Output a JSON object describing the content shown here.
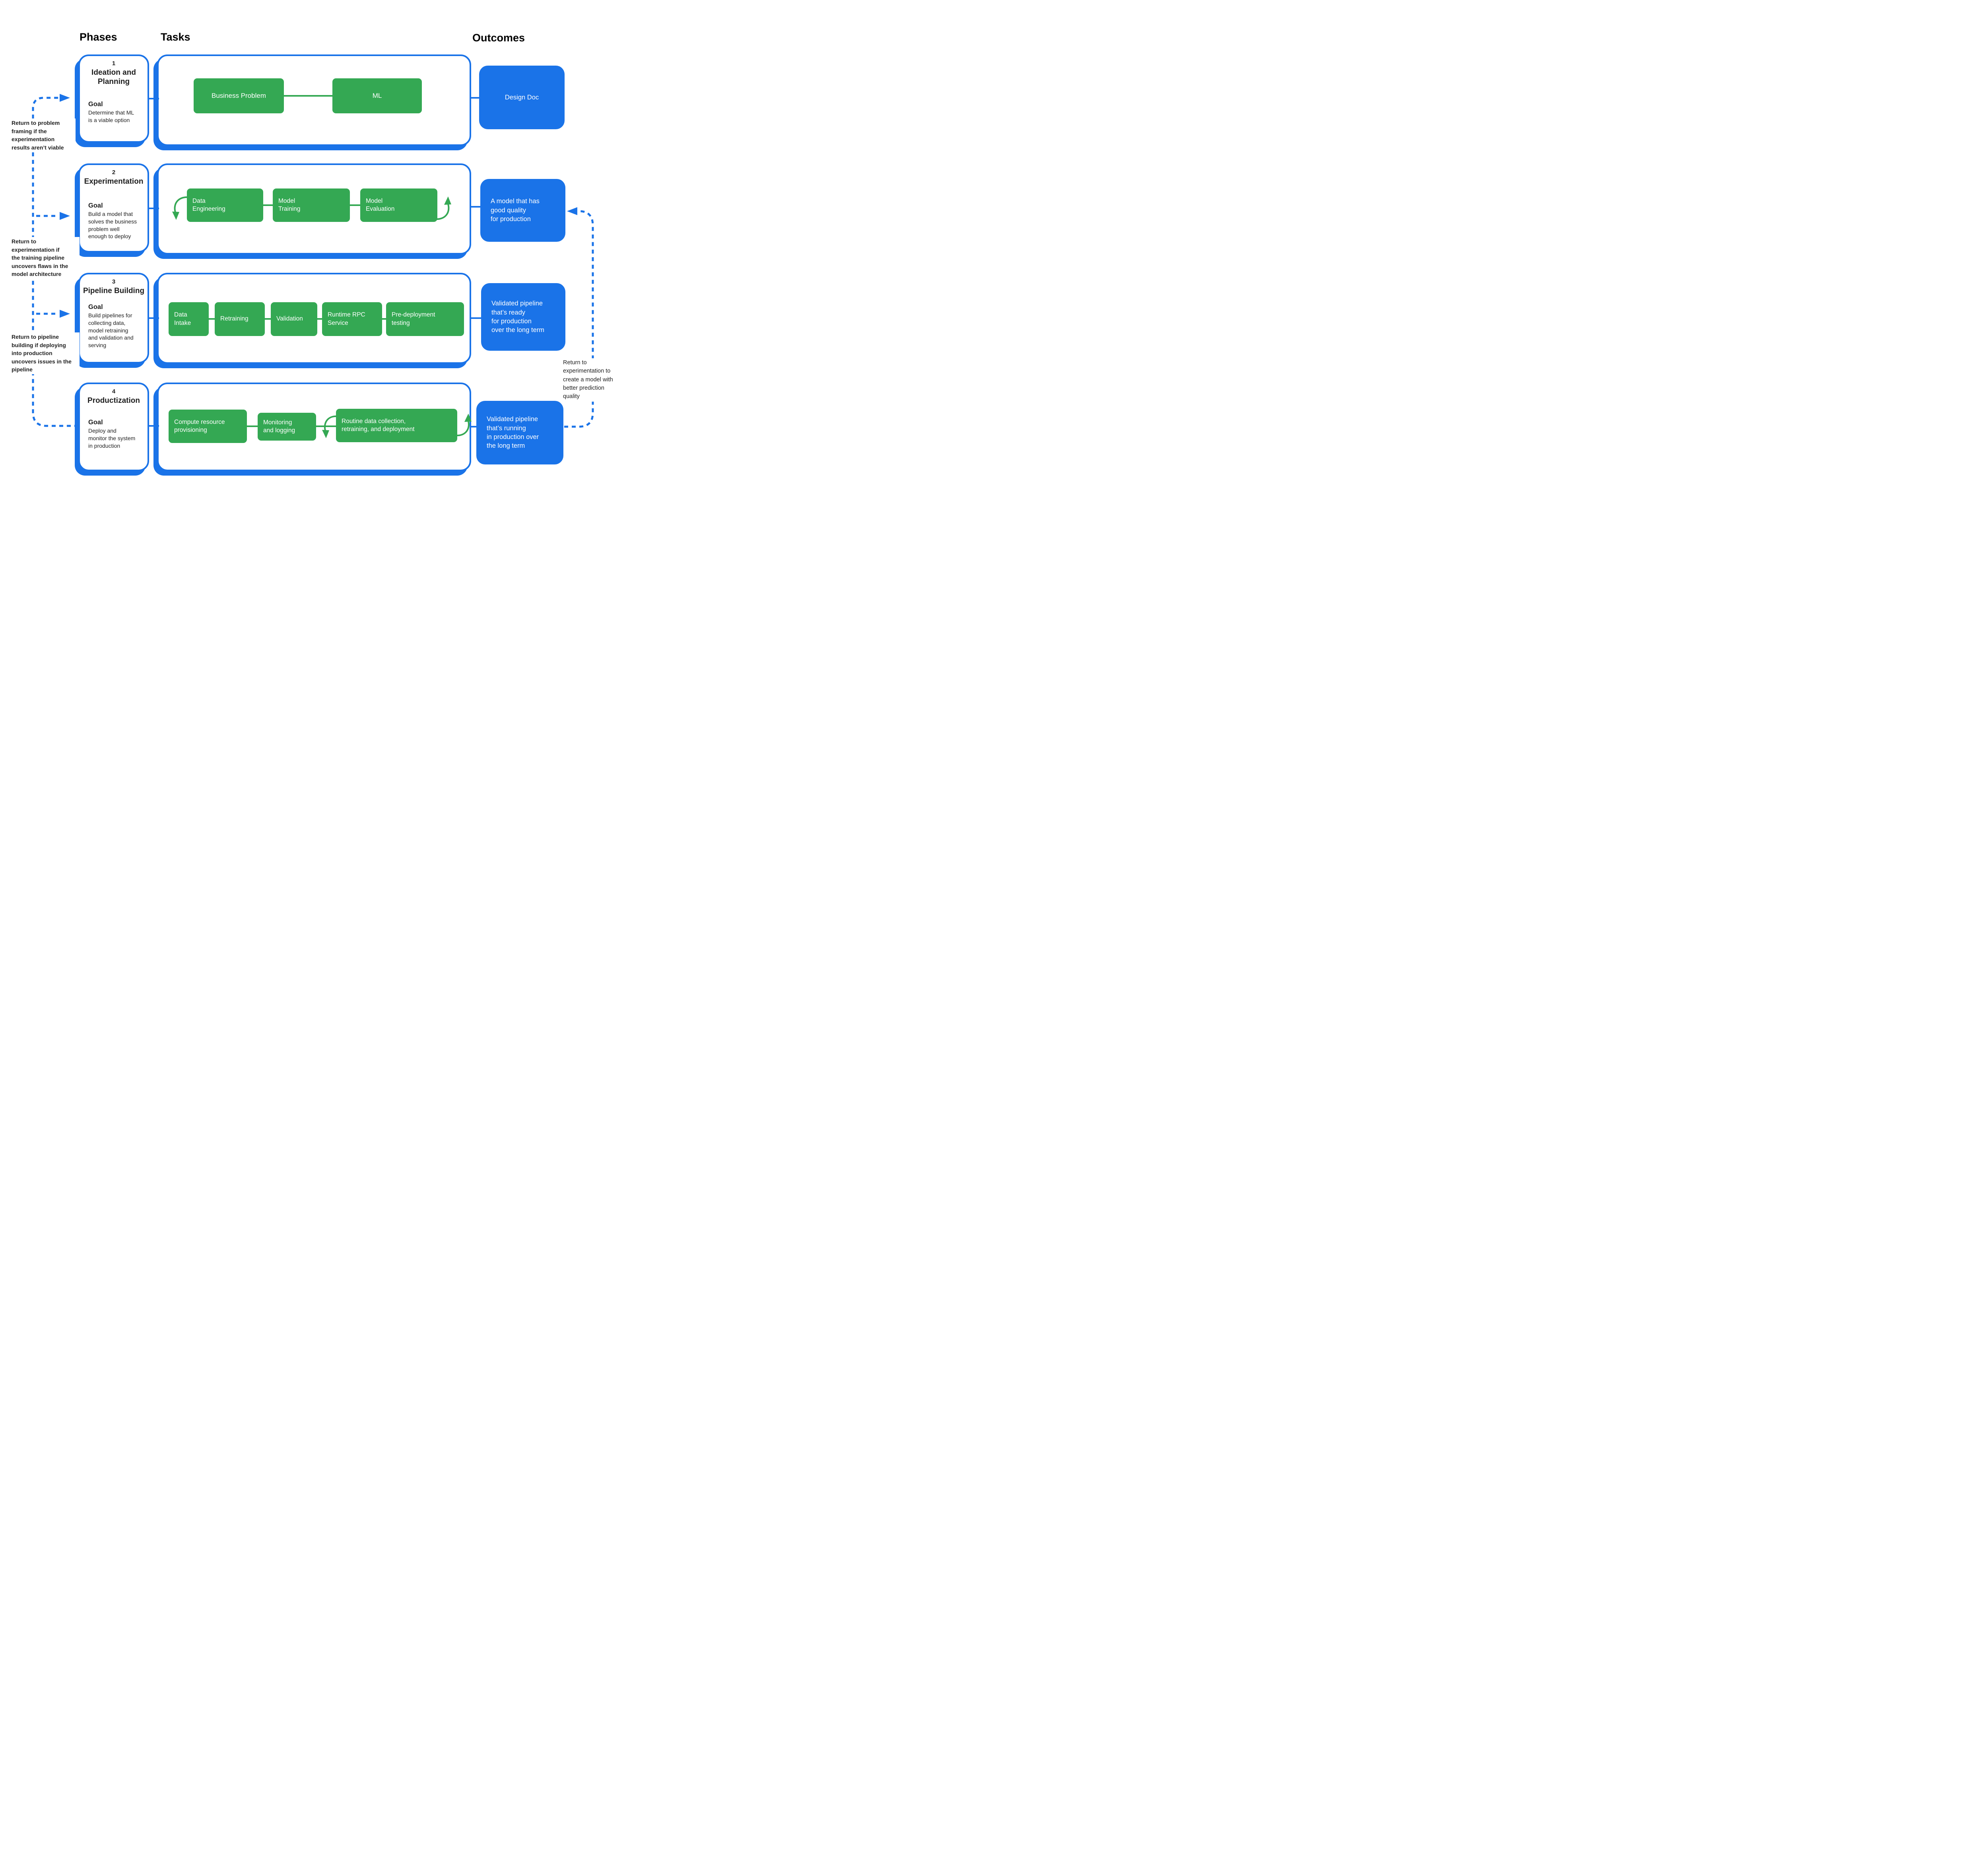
{
  "headers": {
    "phases": "Phases",
    "tasks": "Tasks",
    "outcomes": "Outcomes"
  },
  "phases": [
    {
      "number": "1",
      "title": "Ideation and\nPlanning",
      "goal_label": "Goal",
      "goal": "Determine that ML\nis a viable option"
    },
    {
      "number": "2",
      "title": "Experimentation",
      "goal_label": "Goal",
      "goal": "Build a model that\nsolves the business\nproblem well\nenough to deploy"
    },
    {
      "number": "3",
      "title": "Pipeline Building",
      "goal_label": "Goal",
      "goal": "Build pipelines for\ncollecting data,\nmodel retraining\nand validation and\nserving"
    },
    {
      "number": "4",
      "title": "Productization",
      "goal_label": "Goal",
      "goal": "Deploy and\nmonitor the system\nin production"
    }
  ],
  "tasks": {
    "row1": [
      "Business Problem",
      "ML"
    ],
    "row2": [
      "Data\nEngineering",
      "Model\nTraining",
      "Model\nEvaluation"
    ],
    "row3": [
      "Data\nIntake",
      "Retraining",
      "Validation",
      "Runtime RPC\nService",
      "Pre-deployment\ntesting"
    ],
    "row4": [
      "Compute resource\nprovisioning",
      "Monitoring\nand logging",
      "Routine data collection,\nretraining, and deployment"
    ]
  },
  "outcomes": [
    "Design Doc",
    "A model that has\ngood quality\nfor production",
    "Validated pipeline\nthat’s ready\nfor production\nover the long term",
    "Validated pipeline\nthat’s running\nin production over\nthe long term"
  ],
  "annotations": {
    "left": [
      "Return to problem\nframing if the\nexperimentation\nresults aren’t viable",
      "Return to\nexperimentation if\nthe training pipeline\nuncovers flaws in the\nmodel architecture",
      "Return to pipeline\nbuilding if deploying\ninto production\nuncovers issues in the\npipeline"
    ],
    "right": "Return to\nexperimentation to\ncreate a model with\nbetter prediction\nquality"
  },
  "colors": {
    "blue": "#1a73e8",
    "green": "#34a853",
    "ink": "#1f1f1f"
  }
}
